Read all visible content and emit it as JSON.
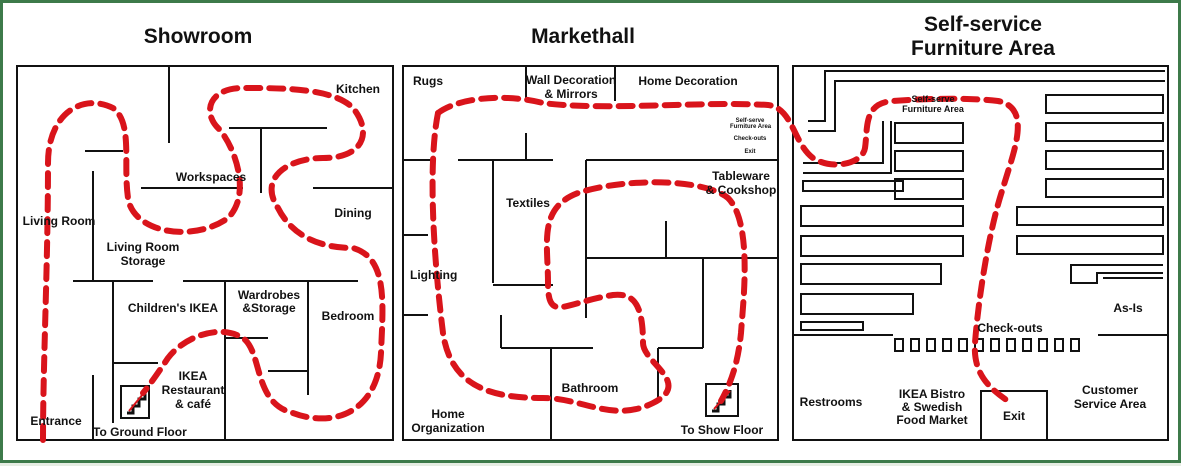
{
  "sections": {
    "showroom": {
      "title": "Showroom"
    },
    "markethall": {
      "title": "Markethall"
    },
    "self_service": {
      "title_line1": "Self-service",
      "title_line2": "Furniture Area"
    }
  },
  "rooms": {
    "kitchen": "Kitchen",
    "workspaces": "Workspaces",
    "dining": "Dining",
    "living_room": "Living Room",
    "living_room_storage_1": "Living Room",
    "living_room_storage_2": "Storage",
    "childrens_ikea": "Children's IKEA",
    "wardrobes_1": "Wardrobes",
    "wardrobes_2": "&Storage",
    "bedroom": "Bedroom",
    "restaurant_1": "IKEA",
    "restaurant_2": "Restaurant",
    "restaurant_3": "& café",
    "entrance": "Entrance",
    "to_ground_floor": "To Ground Floor",
    "rugs": "Rugs",
    "wall_decoration_1": "Wall Decoration",
    "wall_decoration_2": "& Mirrors",
    "home_decoration": "Home Decoration",
    "sign_1": "Self-serve",
    "sign_2": "Furniture Area",
    "sign_3": "Check-outs",
    "sign_4": "Exit",
    "tableware_1": "Tableware",
    "tableware_2": "& Cookshop",
    "textiles": "Textiles",
    "lighting": "Lighting",
    "bathroom": "Bathroom",
    "home_org_1": "Home",
    "home_org_2": "Organization",
    "to_show_floor": "To Show Floor",
    "self_serve_1": "Self-serve",
    "self_serve_2": "Furniture Area",
    "as_is": "As-Is",
    "check_outs": "Check-outs",
    "restrooms": "Restrooms",
    "bistro_1": "IKEA Bistro",
    "bistro_2": "& Swedish",
    "bistro_3": "Food Market",
    "exit": "Exit",
    "customer_service_1": "Customer",
    "customer_service_2": "Service Area"
  },
  "colors": {
    "path": "#d9141b",
    "walls": "#111111",
    "frame": "#3d7a4a"
  },
  "icons": [
    "stairs-icon-ground-floor",
    "stairs-icon-show-floor"
  ]
}
